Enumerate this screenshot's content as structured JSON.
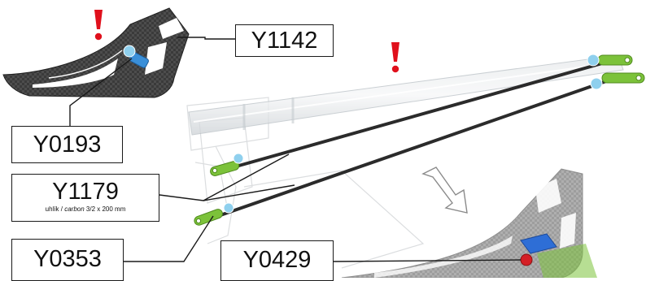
{
  "parts": {
    "tail_fin_top": {
      "code": "Y1142"
    },
    "fin_mount_screw": {
      "code": "Y0193"
    },
    "boom_support": {
      "code": "Y1179",
      "material_cs": "uhlík /",
      "material_en": "carbon",
      "dimensions": "3/2 x 200 mm"
    },
    "support_end": {
      "code": "Y0353"
    },
    "fin_mount_bottom": {
      "code": "Y0429"
    }
  },
  "colors": {
    "warning": "#e0101c",
    "marker": "#8fd0ee",
    "carbon": "#2b2b2b",
    "end_link": "#7cc23a",
    "boom": "#cfd4d8"
  }
}
